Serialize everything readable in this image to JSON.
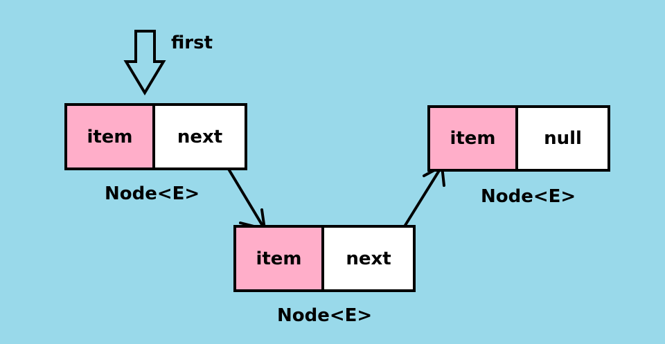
{
  "diagram": {
    "background_color": "#99d9ea",
    "item_color": "#ffaec9",
    "pointer_label": "first",
    "nodes": [
      {
        "item": "item",
        "next": "next",
        "label": "Node<E>"
      },
      {
        "item": "item",
        "next": "next",
        "label": "Node<E>"
      },
      {
        "item": "item",
        "next": "null",
        "label": "Node<E>"
      }
    ]
  }
}
